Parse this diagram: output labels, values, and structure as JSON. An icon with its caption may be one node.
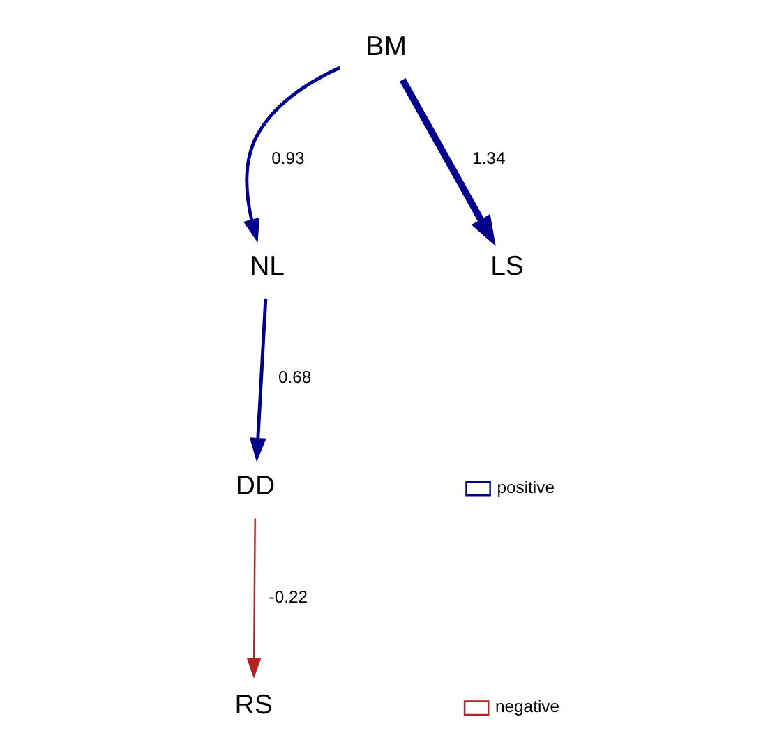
{
  "diagram": {
    "nodes": [
      {
        "text": [
          "BM"
        ]
      },
      {
        "text": [
          "NL"
        ]
      },
      {
        "text": [
          "LS"
        ]
      },
      {
        "text": [
          "DD"
        ]
      },
      {
        "text": [
          "RS"
        ]
      }
    ],
    "edges": [
      {
        "from": 0,
        "to": 1,
        "arrow": "to",
        "label": "0.93"
      },
      {
        "from": 0,
        "to": 2,
        "arrow": "to",
        "label": "1.34",
        "style": "thick"
      },
      {
        "from": 1,
        "to": 3,
        "arrow": "to",
        "label": "0.68"
      },
      {
        "from": 3,
        "to": 4,
        "arrow": "to",
        "label": "-0.22",
        "color": "#b22222"
      }
    ],
    "legend": [
      {
        "text": "positive"
      },
      {
        "text": "negative"
      }
    ]
  }
}
